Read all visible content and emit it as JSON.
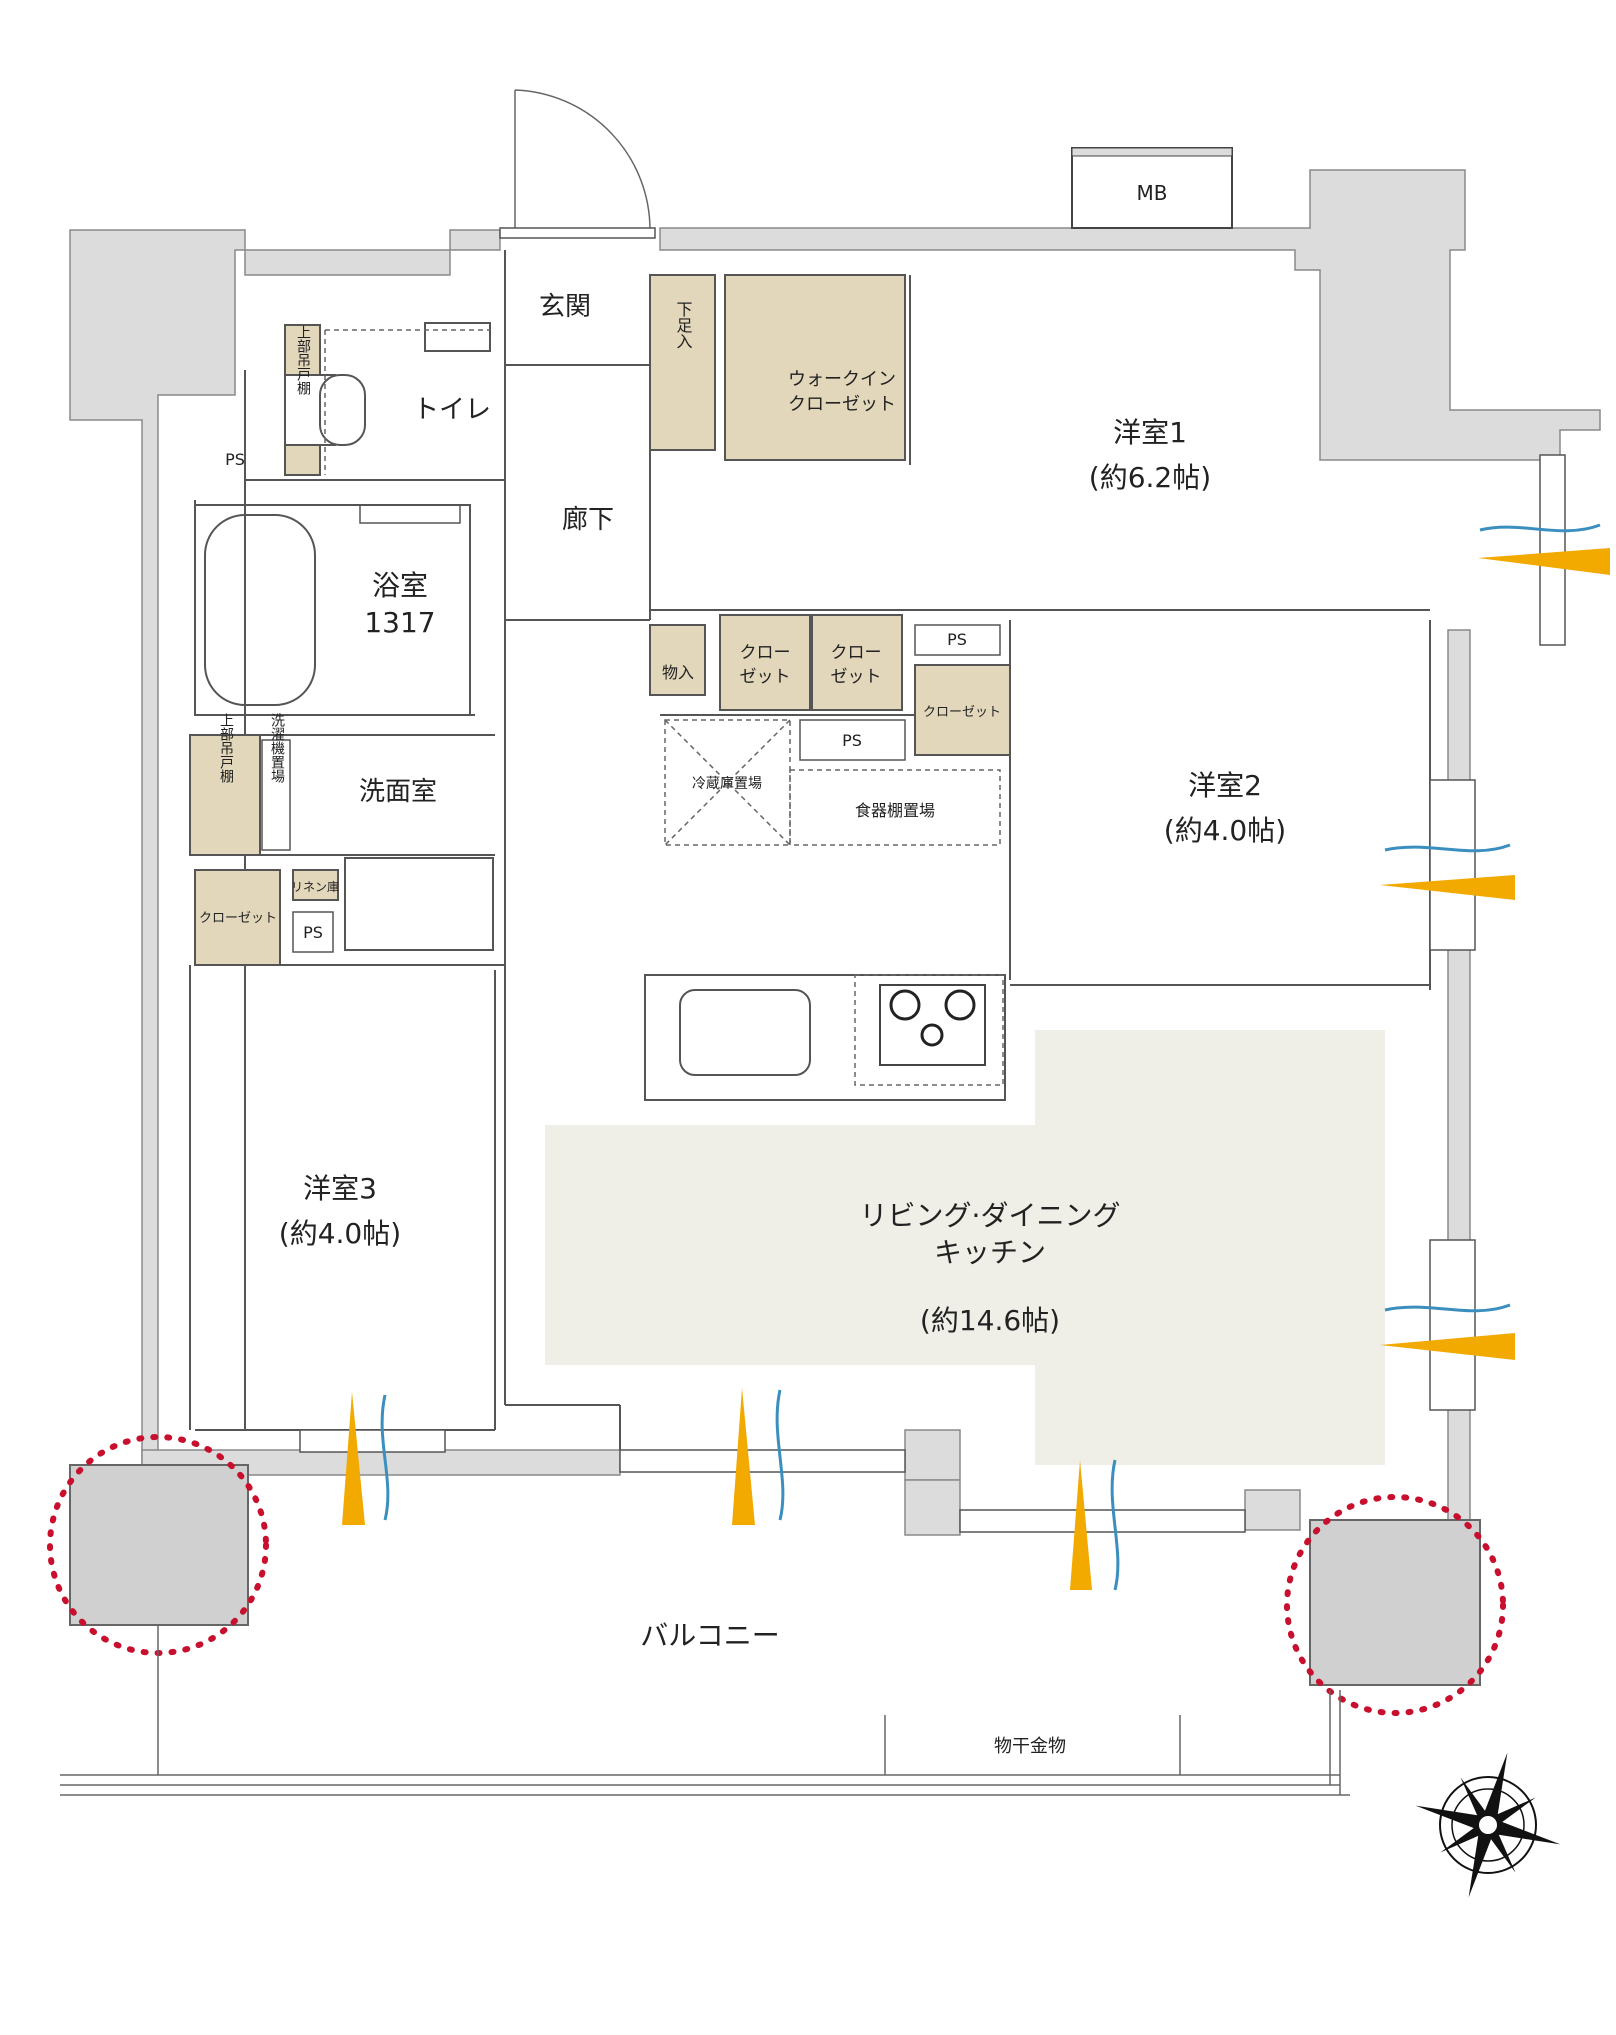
{
  "rooms": {
    "entrance": "玄関",
    "shoe_box": "下足入",
    "walk_in_closet_line1": "ウォークイン",
    "walk_in_closet_line2": "クローゼット",
    "western1_name": "洋室1",
    "western1_size": "(約6.2帖)",
    "toilet": "トイレ",
    "upper_cabinet_toilet": "上部吊戸棚",
    "ps": "PS",
    "corridor": "廊下",
    "bath_name": "浴室",
    "bath_size": "1317",
    "storage": "物入",
    "closet_line1": "クロー",
    "closet_line2": "ゼット",
    "closet_small": "クローゼット",
    "western2_name": "洋室2",
    "western2_size": "(約4.0帖)",
    "washroom": "洗面室",
    "upper_cabinet_wash": "上部吊戸棚",
    "washer_space": "洗濯機置場",
    "fridge_space": "冷蔵庫置場",
    "dish_shelf": "食器棚置場",
    "linen": "リネン庫",
    "western3_name": "洋室3",
    "western3_size": "(約4.0帖)",
    "ldk_line1": "リビング·ダイニング",
    "ldk_line2": "キッチン",
    "ldk_size": "(約14.6帖)",
    "balcony": "バルコニー",
    "laundry_rod": "物干金物",
    "mb": "MB"
  },
  "colors": {
    "wall": "#dcdcdc",
    "storage": "#e2d7bb",
    "ldk_floor": "#efefe8",
    "airflow_orange": "#f2a900",
    "airflow_blue": "#3b8fbf",
    "column_marker": "#c8102e"
  },
  "icons": {
    "compass": "compass-rose-icon",
    "stove": "gas-stove-icon",
    "sink": "kitchen-sink-icon",
    "bathtub": "bathtub-icon"
  }
}
